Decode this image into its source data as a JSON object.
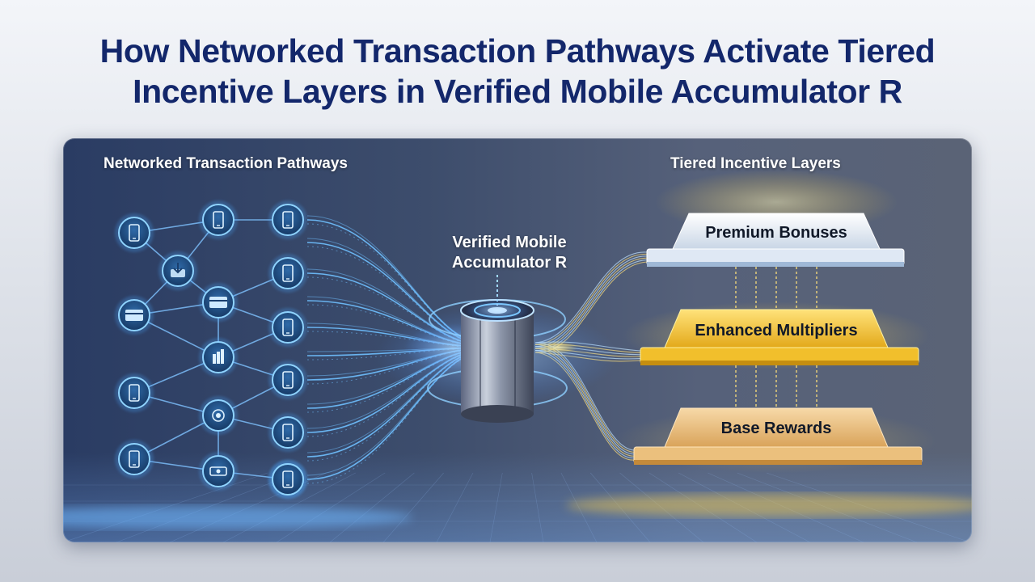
{
  "title": {
    "line1": "How Networked Transaction Pathways Activate Tiered",
    "line2": "Incentive Layers in Verified Mobile Accumulator R"
  },
  "left_section": {
    "heading": "Networked Transaction Pathways"
  },
  "center": {
    "line1": "Verified Mobile",
    "line2": "Accumulator R"
  },
  "right_section": {
    "heading": "Tiered Incentive Layers",
    "tiers": [
      {
        "label": "Premium Bonuses",
        "color": "#e6edf6"
      },
      {
        "label": "Enhanced Multipliers",
        "color": "#f2c43c"
      },
      {
        "label": "Base Rewards",
        "color": "#eec485"
      }
    ]
  },
  "nodes": [
    {
      "icon": "phone-icon"
    },
    {
      "icon": "phone-icon"
    },
    {
      "icon": "phone-icon"
    },
    {
      "icon": "download-icon"
    },
    {
      "icon": "credit-card-icon"
    },
    {
      "icon": "credit-card-icon"
    },
    {
      "icon": "phone-icon"
    },
    {
      "icon": "phone-icon"
    },
    {
      "icon": "phone-icon"
    },
    {
      "icon": "bar-chart-icon"
    },
    {
      "icon": "coin-icon"
    },
    {
      "icon": "phone-icon"
    },
    {
      "icon": "phone-icon"
    },
    {
      "icon": "phone-icon"
    },
    {
      "icon": "phone-icon"
    },
    {
      "icon": "cash-icon"
    },
    {
      "icon": "phone-icon"
    }
  ],
  "colors": {
    "title": "#13276b",
    "pathway_glow": "#5fb3ff",
    "gold_glow": "#ffd24a"
  }
}
